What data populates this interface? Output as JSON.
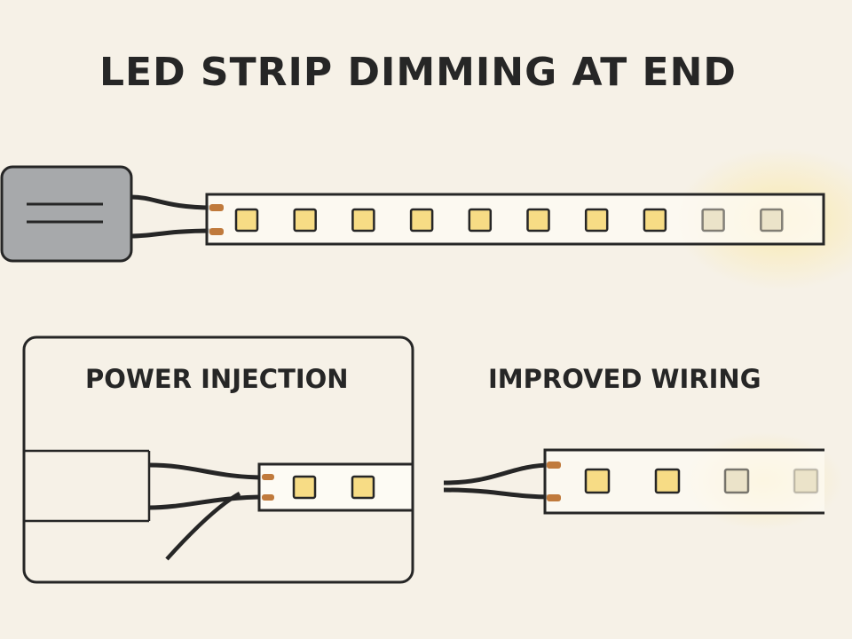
{
  "title": "LED STRIP DIMMING AT END",
  "sections": {
    "power_injection": {
      "label": "POWER INJECTION"
    },
    "improved_wiring": {
      "label": "IMPROVED WIRING"
    }
  },
  "colors": {
    "background": "#f6f1e7",
    "outline": "#262626",
    "power_supply": "#a7a9ab",
    "led_bright": "#f7dc85",
    "led_dim": "#ebe3c9",
    "strip": "#fdfbf4",
    "solder_pad": "#c07a3c"
  },
  "icons": {
    "power_supply": "power-supply-icon",
    "led_strip": "led-strip-icon"
  }
}
